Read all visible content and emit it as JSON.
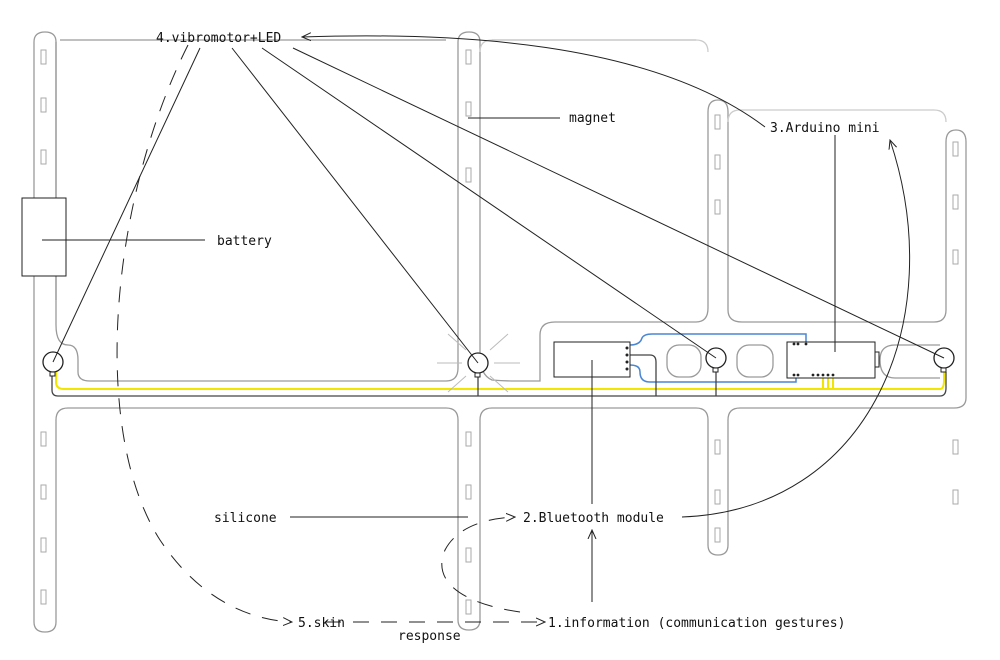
{
  "title": "Wearable communication device diagram",
  "labels": {
    "vibromotor": "4.vibromotor+LED",
    "magnet": "magnet",
    "arduino": "3.Arduino mini",
    "battery": "battery",
    "silicone": "silicone",
    "bluetooth": "2.Bluetooth module",
    "skin": "5.skin",
    "response": "response",
    "information": "1.information (communication gestures)"
  },
  "colors": {
    "wire_yellow": "#f2e600",
    "wire_blue": "#4a86d4",
    "silicone_outline": "#9a9a9a"
  }
}
